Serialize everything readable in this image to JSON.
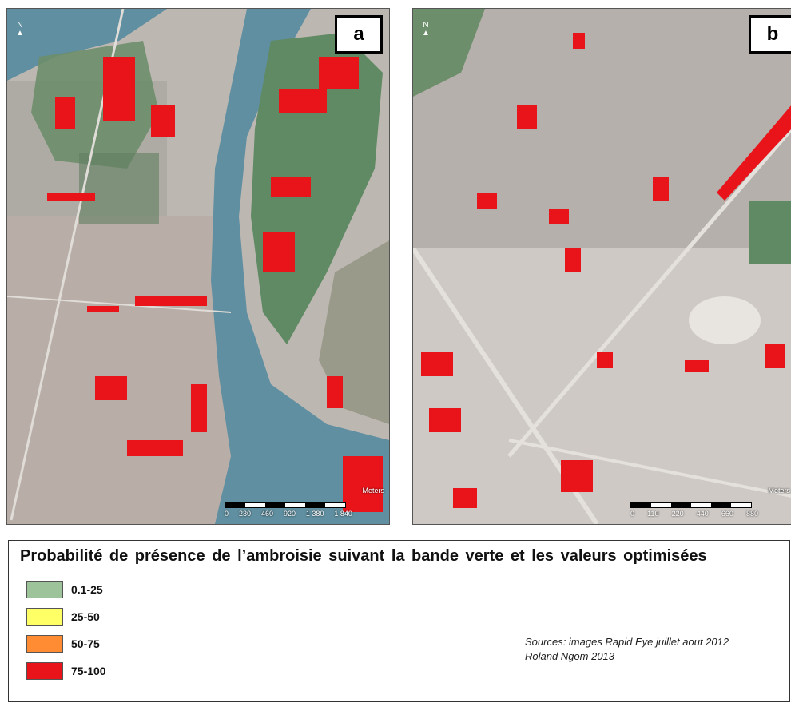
{
  "panels": [
    {
      "label": "a",
      "scale_unit": "Meters",
      "scale_ticks": [
        "0",
        "230",
        "460",
        "920",
        "1 380",
        "1 840"
      ]
    },
    {
      "label": "b",
      "scale_unit": "Meters",
      "scale_ticks": [
        "0",
        "110",
        "220",
        "440",
        "660",
        "880"
      ]
    }
  ],
  "north_symbol": "N",
  "legend": {
    "title": "Probabilité de présence de l’ambroisie suivant la bande verte et les valeurs optimisées",
    "items": [
      {
        "label": "0.1-25",
        "color": "#9dc39a"
      },
      {
        "label": "25-50",
        "color": "#ffff66"
      },
      {
        "label": "50-75",
        "color": "#ff8c33"
      },
      {
        "label": "75-100",
        "color": "#e8141a"
      }
    ]
  },
  "sources": {
    "line1": "Sources: images Rapid Eye juillet aout 2012",
    "line2": "Roland Ngom 2013"
  },
  "colors": {
    "water": "#5f8fa0",
    "urban": "#c9c4c0",
    "vegetation": "#5f8a63",
    "ragweed_high": "#e8141a"
  }
}
